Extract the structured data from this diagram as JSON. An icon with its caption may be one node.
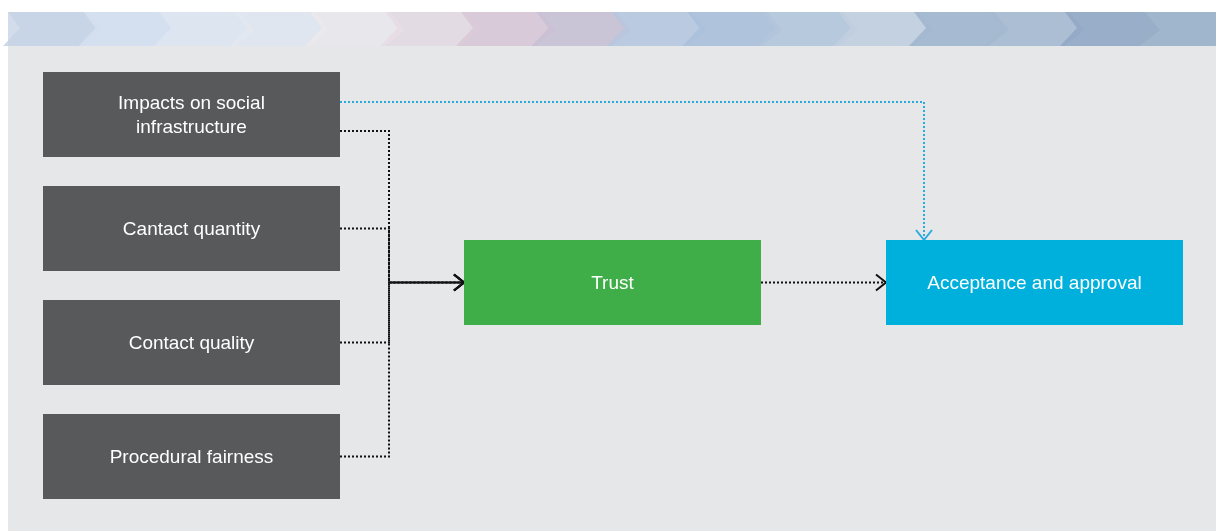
{
  "diagram": {
    "nodes": [
      {
        "text": [
          "Impacts on social infrastructure"
        ]
      },
      {
        "text": [
          "Cantact quantity"
        ]
      },
      {
        "text": [
          "Contact quality"
        ]
      },
      {
        "text": [
          "Procedural fairness"
        ]
      },
      {
        "text": [
          "Trust"
        ]
      },
      {
        "text": [
          "Acceptance and approval"
        ]
      }
    ],
    "edges": [
      {
        "from": 0,
        "to": 4,
        "arrow": "to"
      },
      {
        "from": 1,
        "to": 4,
        "arrow": "to"
      },
      {
        "from": 2,
        "to": 4,
        "arrow": "to"
      },
      {
        "from": 3,
        "to": 4,
        "arrow": "to"
      },
      {
        "from": 4,
        "to": 5,
        "arrow": "to"
      },
      {
        "from": 0,
        "to": 5,
        "arrow": "to",
        "color": "#29abe2"
      }
    ]
  }
}
